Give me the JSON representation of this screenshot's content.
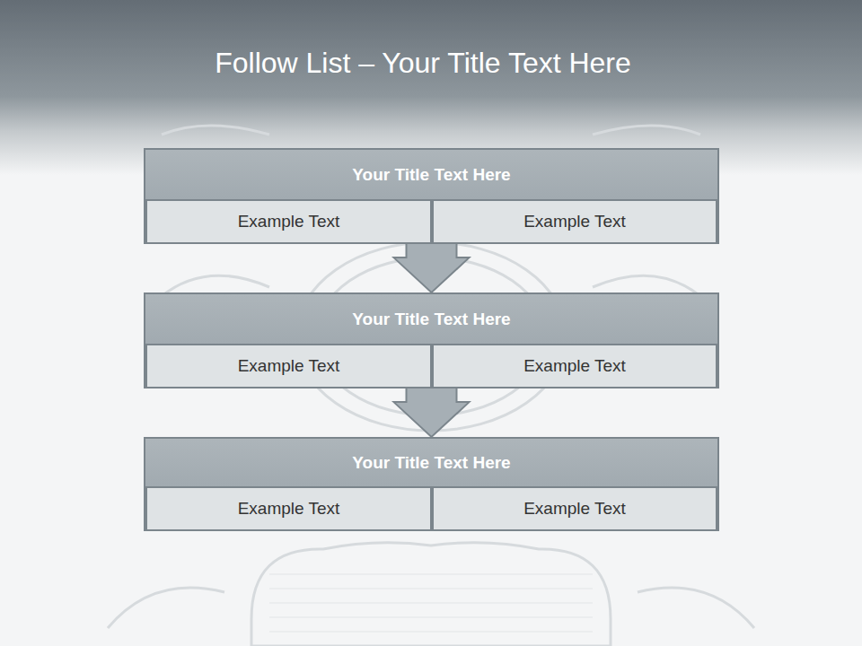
{
  "diagram": {
    "title": "Follow List – Your Title Text Here",
    "nodes": [
      {
        "text": [
          "Your Title Text Here"
        ]
      },
      {
        "text": [
          "Example Text"
        ],
        "in": 0
      },
      {
        "text": [
          "Example Text"
        ],
        "in": 0
      },
      {
        "text": [
          "Your Title Text Here"
        ]
      },
      {
        "text": [
          "Example Text"
        ],
        "in": 3
      },
      {
        "text": [
          "Example Text"
        ],
        "in": 3
      },
      {
        "text": [
          "Your Title Text Here"
        ]
      },
      {
        "text": [
          "Example Text"
        ],
        "in": 6
      },
      {
        "text": [
          "Example Text"
        ],
        "in": 6
      }
    ],
    "edges": [
      {
        "from": 0,
        "to": 3,
        "arrow": "to"
      },
      {
        "from": 3,
        "to": 6,
        "arrow": "to"
      }
    ]
  }
}
